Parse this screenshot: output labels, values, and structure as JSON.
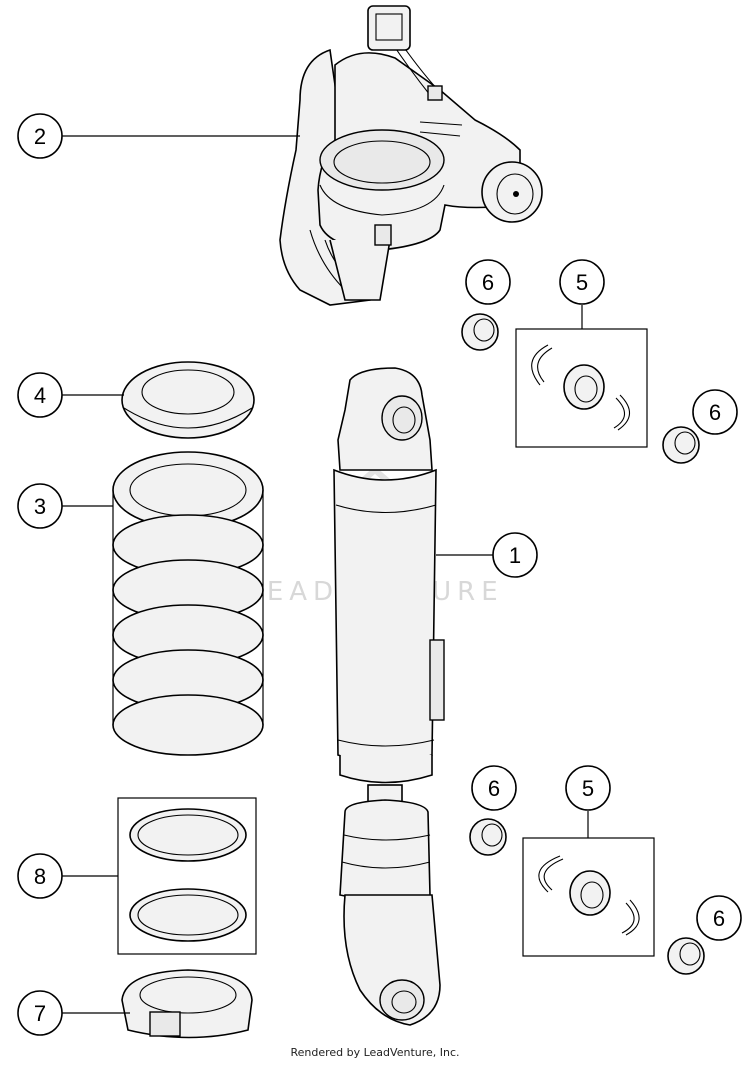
{
  "watermark": "LEADVENTURE",
  "footer": "Rendered by LeadVenture, Inc.",
  "callouts": {
    "shock": "1",
    "reservoir": "2",
    "spring": "3",
    "spring_retainer": "4",
    "bearing_kit_upper": "5",
    "bearing_kit_lower": "5",
    "seal_upper_left": "6",
    "seal_upper_right": "6",
    "seal_lower_left": "6",
    "seal_lower_right": "6",
    "spring_seat": "7",
    "washer_set": "8"
  }
}
